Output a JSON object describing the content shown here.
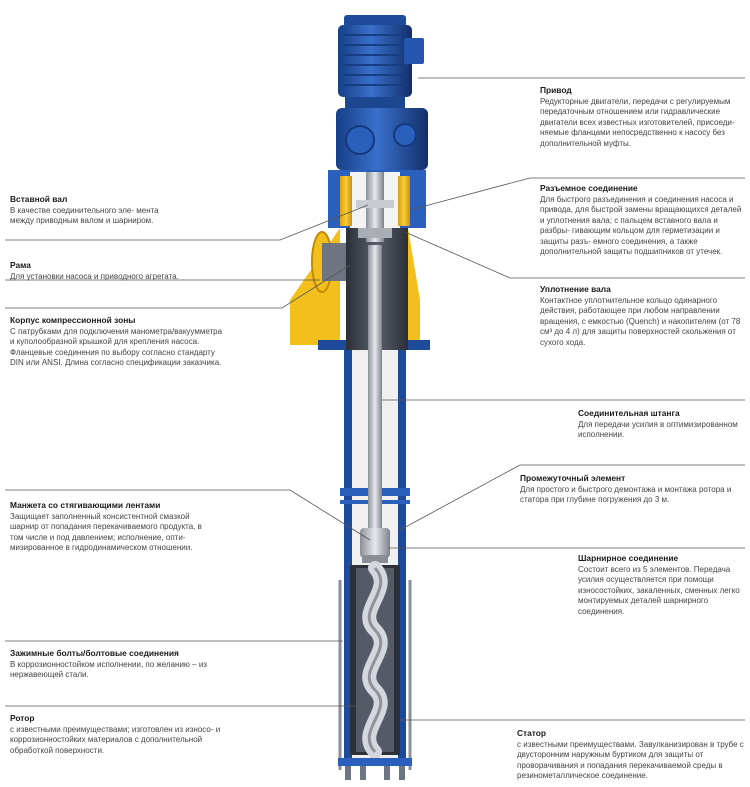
{
  "colors": {
    "motor_blue": "#1f52a6",
    "flange_yellow": "#f2bf1c",
    "steel_grey": "#b8bcc4",
    "leader_line": "#555555"
  },
  "labels": {
    "privod": {
      "title": "Привод",
      "text": "Редукторные двигатели, передачи с регулируемым передаточным отношением или гидравлические двигатели всех известных изготовителей, присоеди- няемые фланцами непосредственно к насосу без дополнительной муфты."
    },
    "razemnoe": {
      "title": "Разъемное соединение",
      "text": "Для быстрого разъединения и соединения насоса и привода, для быстрой замены вращающихся деталей и уплотнения вала; с пальцем вставного вала и разбры- гивающим кольцом для герметизации и защиты разъ- емного соединения, а также дополнительной защиты подшипников от утечек."
    },
    "uplotnenie": {
      "title": "Уплотнение вала",
      "text": "Контактное уплотнительное кольцо одинарного действия, работающее при любом направлении вращения, с емкостью (Quench) и накопителем (от 78 см³ до 4 л) для защиты поверхностей скольжения от сухого хода."
    },
    "soed_shtanga": {
      "title": "Соединительная штанга",
      "text": "Для передачи усилия в оптимизированном исполнении."
    },
    "promezh": {
      "title": "Промежуточный элемент",
      "text": "Для простого и быстрого демонтажа и монтажа ротора и статора при глубине погружения до 3 м."
    },
    "sharnirnoe": {
      "title": "Шарнирное соединение",
      "text": "Состоит всего из 5 элементов. Передача усилия осуществляется при помощи износостойких, закаленных, сменных легко монтируемых деталей шарнирного соединения."
    },
    "stator": {
      "title": "Статор",
      "text": "с известными преимуществами. Завулканизирован в трубе с двусторонним наружным буртиком для защиты от проворачивания и попадания перекачиваемой среды в резинометаллическое соединение."
    },
    "vstavnoy_val": {
      "title": "Вставной вал",
      "text": "В качестве соединительного эле- мента между приводным валом и шарниром."
    },
    "rama": {
      "title": "Рама",
      "text": "Для установки насоса и приводного агрегата."
    },
    "korpus": {
      "title": "Корпус компрессионной зоны",
      "text": "С патрубками для подключения манометра/вакуумметра и куполообразной крышкой для крепления насоса. Фланцевые соединения по выбору согласно стандарту DIN или ANSI. Длина согласно спецификации заказчика."
    },
    "manzheta": {
      "title": "Манжета со стягивающими лентами",
      "text": "Защищает заполненный консистентной смазкой шарнир от попадания перекачиваемого продукта, в том числе и под давлением; исполнение, опти- мизированное в гидродинамическом отношении."
    },
    "zazhimnye": {
      "title": "Зажимные болты/болтовые соединения",
      "text": "В коррозионностойком исполнении, по желанию – из нержавеющей стали."
    },
    "rotor": {
      "title": "Ротор",
      "text": "с известными преимуществами; изготовлен из износо- и коррозионностойких материалов с дополнительной обработкой поверхности."
    }
  }
}
